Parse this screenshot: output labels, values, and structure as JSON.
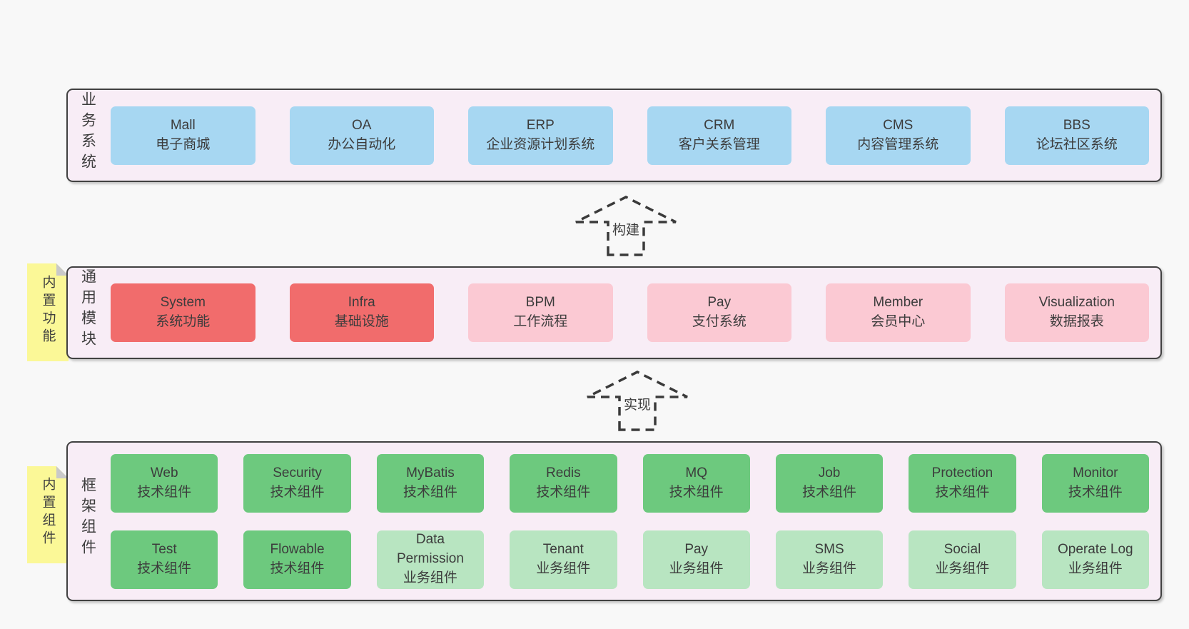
{
  "colors": {
    "page_bg": "#f8f8f8",
    "panel_bg": "#f8edf6",
    "panel_border": "#414141",
    "blue_box": "#a7d7f2",
    "red_box": "#f16c6c",
    "pink_box": "#fbc9d3",
    "green_dark_box": "#6dc97e",
    "green_light_box": "#b8e5c1",
    "sticky_yellow": "#fbf897",
    "sticky_fold": "#c9c9c9",
    "text": "#3d3d3d"
  },
  "arrows": [
    {
      "label": "构建"
    },
    {
      "label": "实现"
    }
  ],
  "layers": [
    {
      "label": "业务系统",
      "boxes": [
        {
          "en": "Mall",
          "zh": "电子商城"
        },
        {
          "en": "OA",
          "zh": "办公自动化"
        },
        {
          "en": "ERP",
          "zh": "企业资源计划系统"
        },
        {
          "en": "CRM",
          "zh": "客户关系管理"
        },
        {
          "en": "CMS",
          "zh": "内容管理系统"
        },
        {
          "en": "BBS",
          "zh": "论坛社区系统"
        }
      ]
    },
    {
      "label": "通用模块",
      "sticky": "内置功能",
      "boxes": [
        {
          "en": "System",
          "zh": "系统功能"
        },
        {
          "en": "Infra",
          "zh": "基础设施"
        },
        {
          "en": "BPM",
          "zh": "工作流程"
        },
        {
          "en": "Pay",
          "zh": "支付系统"
        },
        {
          "en": "Member",
          "zh": "会员中心"
        },
        {
          "en": "Visualization",
          "zh": "数据报表"
        }
      ]
    },
    {
      "label": "框架组件",
      "sticky": "内置组件",
      "rows": [
        [
          {
            "en": "Web",
            "zh": "技术组件"
          },
          {
            "en": "Security",
            "zh": "技术组件"
          },
          {
            "en": "MyBatis",
            "zh": "技术组件"
          },
          {
            "en": "Redis",
            "zh": "技术组件"
          },
          {
            "en": "MQ",
            "zh": "技术组件"
          },
          {
            "en": "Job",
            "zh": "技术组件"
          },
          {
            "en": "Protection",
            "zh": "技术组件"
          },
          {
            "en": "Monitor",
            "zh": "技术组件"
          }
        ],
        [
          {
            "en": "Test",
            "zh": "技术组件"
          },
          {
            "en": "Flowable",
            "zh": "技术组件"
          },
          {
            "en": "Data Permission",
            "zh": "业务组件"
          },
          {
            "en": "Tenant",
            "zh": "业务组件"
          },
          {
            "en": "Pay",
            "zh": "业务组件"
          },
          {
            "en": "SMS",
            "zh": "业务组件"
          },
          {
            "en": "Social",
            "zh": "业务组件"
          },
          {
            "en": "Operate Log",
            "zh": "业务组件"
          }
        ]
      ]
    }
  ]
}
